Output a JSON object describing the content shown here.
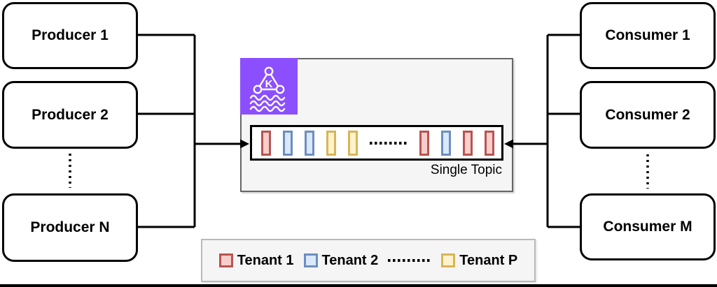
{
  "diagram": {
    "producers": [
      {
        "label": "Producer 1"
      },
      {
        "label": "Producer 2"
      },
      {
        "label": "Producer N"
      }
    ],
    "consumers": [
      {
        "label": "Consumer 1"
      },
      {
        "label": "Consumer 2"
      },
      {
        "label": "Consumer M"
      }
    ],
    "kafka": {
      "icon": "kafka-msk-icon",
      "letter": "K"
    },
    "topic": {
      "label": "Single Topic",
      "messages": [
        "tenant1",
        "tenant2",
        "tenant2",
        "tenantP",
        "tenantP",
        "...",
        "tenant1",
        "tenant2",
        "tenant1",
        "tenant1"
      ]
    },
    "legend": {
      "items": [
        {
          "tenant": "tenant1",
          "label": "Tenant 1"
        },
        {
          "tenant": "tenant2",
          "label": "Tenant 2"
        },
        {
          "tenant": "tenantP",
          "label": "Tenant P"
        }
      ]
    }
  },
  "tenants": {
    "tenant1": {
      "fill": "#f8cecc",
      "stroke": "#b85450"
    },
    "tenant2": {
      "fill": "#dae8fc",
      "stroke": "#6c8ebf"
    },
    "tenantP": {
      "fill": "#fff2cc",
      "stroke": "#d6b656"
    }
  },
  "colors": {
    "kafka_purple": "#8C4FFF",
    "container_fill": "#f5f5f5",
    "container_border": "#666666",
    "legend_border": "#b9b9b9",
    "line": "#000000"
  }
}
